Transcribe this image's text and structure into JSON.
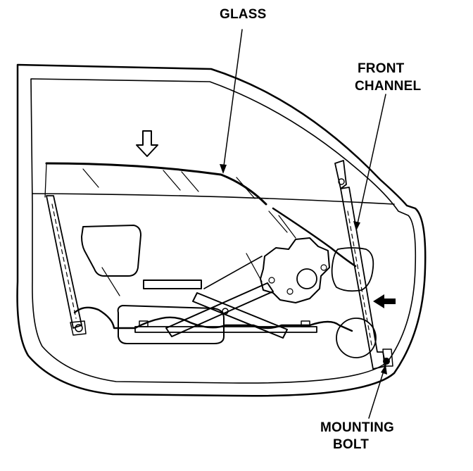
{
  "diagram": {
    "labels": {
      "glass": "GLASS",
      "front_channel_line1": "FRONT",
      "front_channel_line2": "CHANNEL",
      "mounting_bolt_line1": "MOUNTING",
      "mounting_bolt_line2": "BOLT"
    },
    "colors": {
      "ink": "#000000",
      "paper": "#ffffff"
    }
  }
}
